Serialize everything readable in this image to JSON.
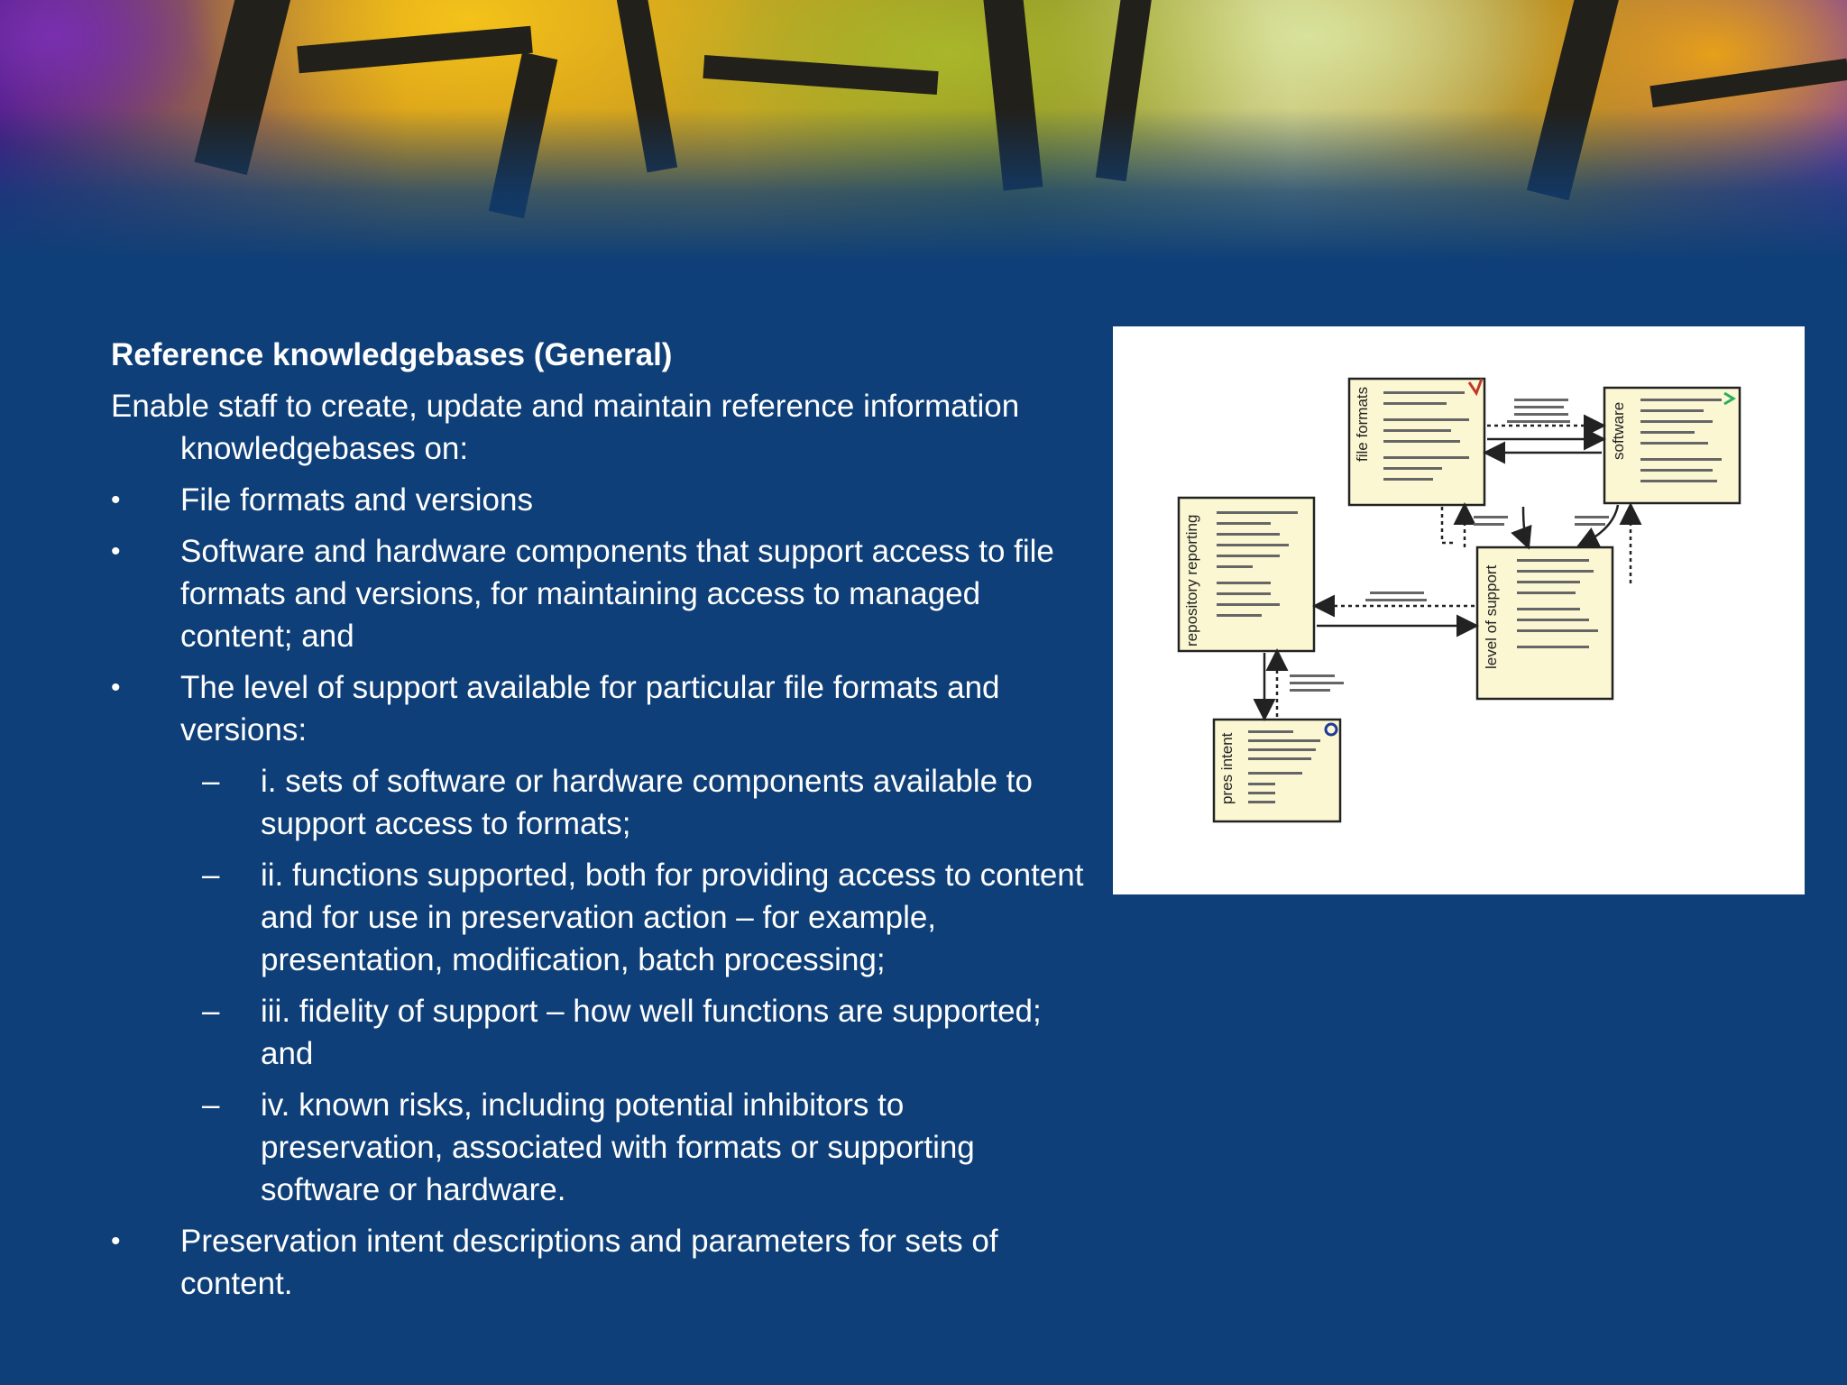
{
  "heading": "Reference knowledgebases (General)",
  "intro": "Enable staff to create, update and maintain reference information knowledgebases on:",
  "bullets": [
    {
      "marker": "•",
      "text": "File formats and versions"
    },
    {
      "marker": "•",
      "text": "Software and hardware components that support access to file formats and versions, for maintaining access to managed content; and"
    },
    {
      "marker": "•",
      "text": "The level of support available for particular file formats and versions:"
    },
    {
      "marker": "•",
      "text": "Preservation intent descriptions and parameters for sets of content."
    }
  ],
  "subbullets": [
    {
      "marker": "–",
      "text": "i. sets of software or hardware components available to support access to formats;"
    },
    {
      "marker": "–",
      "text": "ii. functions supported, both for providing access to content and for use in preservation action – for example, presentation, modification, batch processing;"
    },
    {
      "marker": "–",
      "text": "iii. fidelity of support – how well functions are supported; and"
    },
    {
      "marker": "–",
      "text": "iv. known risks, including potential inhibitors to preservation, associated with formats or supporting software or hardware."
    }
  ],
  "diagram": {
    "boxes": {
      "file_formats": "file formats",
      "software": "software",
      "repository_reporting": "repository reporting",
      "level_of_support": "level of support",
      "pres_intent": "pres intent"
    }
  },
  "colors": {
    "background": "#0e3f78",
    "text": "#ffffff",
    "diagram_box_fill": "#fbf7d2"
  }
}
